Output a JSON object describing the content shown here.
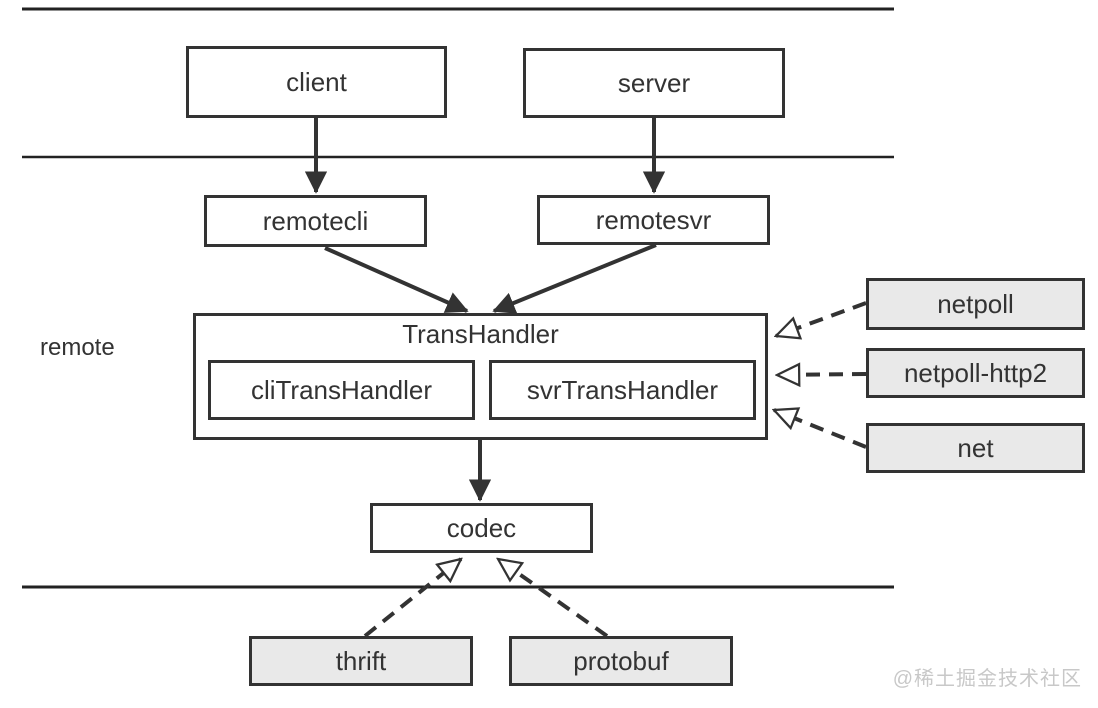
{
  "diagram": {
    "section_label": "remote",
    "watermark": "@稀土掘金技术社区",
    "nodes": {
      "client": "client",
      "server": "server",
      "remotecli": "remotecli",
      "remotesvr": "remotesvr",
      "transhandler": "TransHandler",
      "cli_transhandler": "cliTransHandler",
      "svr_transhandler": "svrTransHandler",
      "codec": "codec",
      "netpoll": "netpoll",
      "netpoll_http2": "netpoll-http2",
      "net": "net",
      "thrift": "thrift",
      "protobuf": "protobuf"
    },
    "edges": [
      {
        "from": "client",
        "to": "remotecli",
        "style": "solid-arrow"
      },
      {
        "from": "server",
        "to": "remotesvr",
        "style": "solid-arrow"
      },
      {
        "from": "remotecli",
        "to": "TransHandler",
        "style": "solid-arrow"
      },
      {
        "from": "remotesvr",
        "to": "TransHandler",
        "style": "solid-arrow"
      },
      {
        "from": "TransHandler",
        "to": "codec",
        "style": "solid-arrow"
      },
      {
        "from": "netpoll",
        "to": "TransHandler",
        "style": "dashed-open-arrow"
      },
      {
        "from": "netpoll-http2",
        "to": "TransHandler",
        "style": "dashed-open-arrow"
      },
      {
        "from": "net",
        "to": "TransHandler",
        "style": "dashed-open-arrow"
      },
      {
        "from": "thrift",
        "to": "codec",
        "style": "dashed-open-arrow"
      },
      {
        "from": "protobuf",
        "to": "codec",
        "style": "dashed-open-arrow"
      }
    ],
    "colors": {
      "line": "#333333",
      "box_fill_white": "#ffffff",
      "box_fill_gray": "#e9e9e9",
      "watermark": "#c8c8c8"
    }
  }
}
